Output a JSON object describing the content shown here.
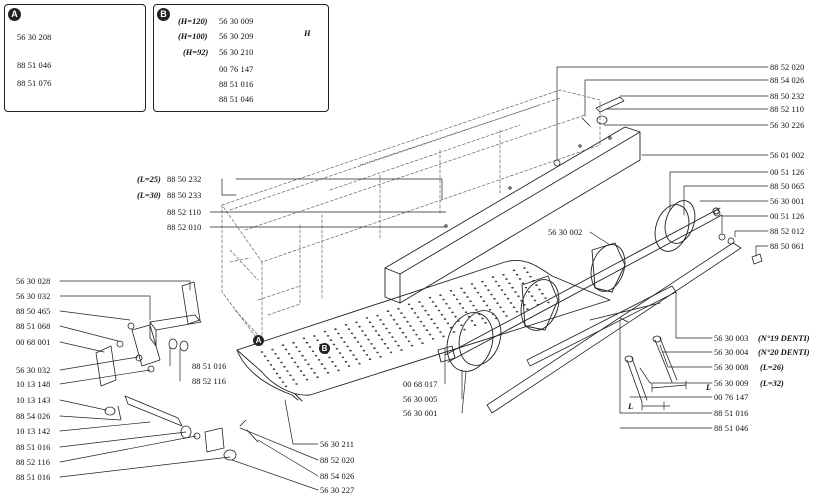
{
  "inset_a": {
    "badge": "A",
    "labels": [
      "56 30 208",
      "88 51 046",
      "88 51 076"
    ]
  },
  "inset_b": {
    "badge": "B",
    "notes": [
      "(H=120)",
      "(H=100)",
      "(H=92)"
    ],
    "labels": [
      "56 30 009",
      "56 30 209",
      "56 30 210",
      "00 76 147",
      "88 51 016",
      "88 51 046"
    ],
    "dim": "H"
  },
  "right_labels": [
    "88 52 020",
    "88 54 026",
    "88 50 232",
    "88 52 110",
    "56 30 226",
    "56 01 002",
    "00 51 126",
    "88 50 065",
    "56 30 001",
    "00 51 126",
    "88 52 012",
    "88 50 061"
  ],
  "mid_labels": {
    "notes": [
      "(L=25)",
      "(L=30)"
    ],
    "items": [
      "88 50 232",
      "88 50 233",
      "88 52 110",
      "88 52 010"
    ]
  },
  "left_labels": [
    "56 30 028",
    "56 30 032",
    "88 50 465",
    "88 51 068",
    "00 68 001",
    "56 30 032",
    "10 13 148",
    "10 13 143",
    "88 54 026",
    "10 13 142",
    "88 51 016",
    "88 52 116",
    "88 51 016"
  ],
  "inner_left_labels": [
    "88 51 016",
    "88 52 116"
  ],
  "center_labels": [
    "56 30 002",
    "00 68 017",
    "56 30 005",
    "56 30 001"
  ],
  "bottom_labels": [
    "56 30 211",
    "88 52 020",
    "88 54 026",
    "56 30 227"
  ],
  "lower_right": {
    "items": [
      "56 30 003",
      "56 30 004",
      "56 30 008",
      "56 30 009",
      "00 76 147",
      "88 51 016",
      "88 51 046"
    ],
    "notes": [
      "(N°19 DENTI)",
      "(N°20 DENTI)",
      "(L=26)",
      "(L=32)"
    ],
    "dim": "L"
  },
  "markers": [
    "A",
    "B"
  ]
}
